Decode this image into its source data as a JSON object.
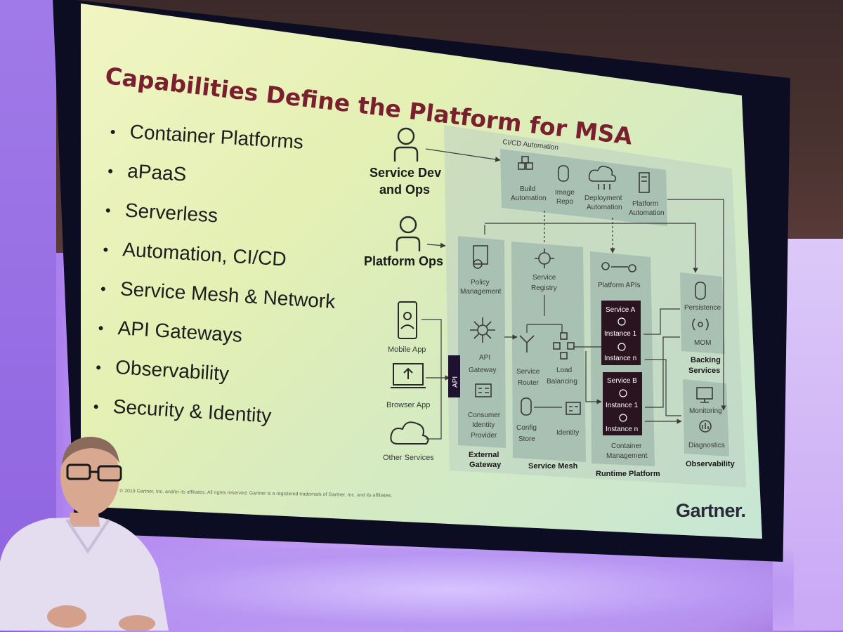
{
  "slide": {
    "title": "Capabilities Define the Platform for MSA",
    "bullets": [
      "Container Platforms",
      "aPaaS",
      "Serverless",
      "Automation, CI/CD",
      "Service Mesh & Network",
      "API Gateways",
      "Observability",
      "Security & Identity"
    ],
    "copyright": "© 2019 Gartner, Inc. and/or its affiliates. All rights reserved. Gartner is a registered trademark of Gartner, Inc. and its affiliates.",
    "logo": "Gartner."
  },
  "diagram": {
    "actors": {
      "service_dev_1": "Service Dev",
      "service_dev_2": "and Ops",
      "platform_ops": "Platform Ops",
      "mobile_app": "Mobile App",
      "browser_app": "Browser App",
      "other_services": "Other Services"
    },
    "cicd": {
      "title": "CI/CD Automation",
      "build_1": "Build",
      "build_2": "Automation",
      "image_1": "Image",
      "image_2": "Repo",
      "deploy_1": "Deployment",
      "deploy_2": "Automation",
      "platform_1": "Platform",
      "platform_2": "Automation"
    },
    "external_gateway": {
      "api_tab": "API",
      "policy_1": "Policy",
      "policy_2": "Management",
      "api_gw_1": "API",
      "api_gw_2": "Gateway",
      "consumer_1": "Consumer",
      "consumer_2": "Identity",
      "consumer_3": "Provider",
      "label_1": "External",
      "label_2": "Gateway"
    },
    "service_mesh": {
      "registry_1": "Service",
      "registry_2": "Registry",
      "router_1": "Service",
      "router_2": "Router",
      "lb_1": "Load",
      "lb_2": "Balancing",
      "config_1": "Config",
      "config_2": "Store",
      "identity": "Identity",
      "label": "Service Mesh"
    },
    "runtime": {
      "platform_apis": "Platform APIs",
      "service_a": "Service A",
      "service_b": "Service B",
      "instance_1": "Instance 1",
      "instance_n": "Instance n",
      "container_1": "Container",
      "container_2": "Management",
      "label": "Runtime Platform"
    },
    "backing": {
      "persistence": "Persistence",
      "mom": "MOM",
      "label_1": "Backing",
      "label_2": "Services"
    },
    "observability": {
      "monitoring": "Monitoring",
      "diagnostics": "Diagnostics",
      "label": "Observability"
    }
  },
  "colors": {
    "title": "#7a1f2e",
    "service_box": "#2a1420",
    "panel": "#c4d6c8"
  }
}
